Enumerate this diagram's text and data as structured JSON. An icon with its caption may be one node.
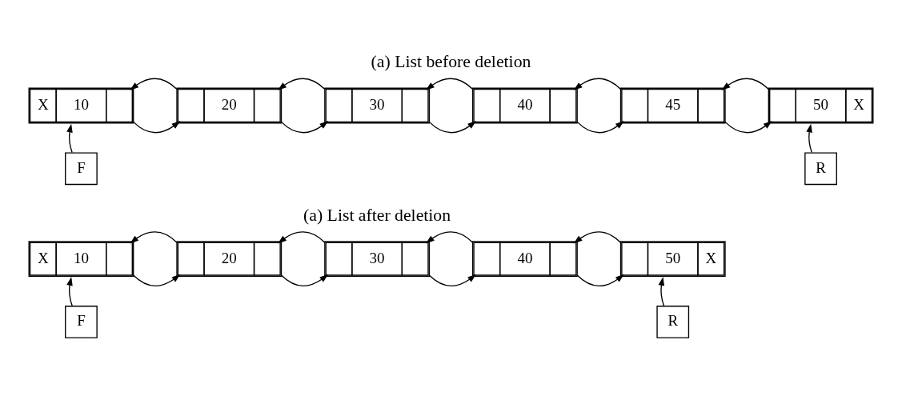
{
  "diagram": {
    "nodes": [
      {
        "text": [
          "X",
          "10"
        ]
      },
      {
        "text": [
          "20"
        ]
      },
      {
        "text": [
          "30"
        ]
      },
      {
        "text": [
          "40"
        ]
      },
      {
        "text": [
          "45"
        ]
      },
      {
        "text": [
          "50",
          "X"
        ]
      },
      {
        "text": [
          "F"
        ]
      },
      {
        "text": [
          "R"
        ]
      },
      {
        "text": [
          "X",
          "10"
        ]
      },
      {
        "text": [
          "20"
        ]
      },
      {
        "text": [
          "30"
        ]
      },
      {
        "text": [
          "40"
        ]
      },
      {
        "text": [
          "50",
          "X"
        ]
      },
      {
        "text": [
          "F"
        ]
      },
      {
        "text": [
          "R"
        ]
      }
    ],
    "edges": [
      {
        "from": 0,
        "to": 1,
        "arrow": "to"
      },
      {
        "from": 1,
        "to": 0,
        "arrow": "to"
      },
      {
        "from": 1,
        "to": 2,
        "arrow": "to"
      },
      {
        "from": 2,
        "to": 1,
        "arrow": "to"
      },
      {
        "from": 2,
        "to": 3,
        "arrow": "to"
      },
      {
        "from": 3,
        "to": 2,
        "arrow": "to"
      },
      {
        "from": 3,
        "to": 4,
        "arrow": "to"
      },
      {
        "from": 4,
        "to": 3,
        "arrow": "to"
      },
      {
        "from": 4,
        "to": 5,
        "arrow": "to"
      },
      {
        "from": 5,
        "to": 4,
        "arrow": "to"
      },
      {
        "from": 6,
        "to": 0,
        "arrow": "to"
      },
      {
        "from": 7,
        "to": 5,
        "arrow": "to"
      },
      {
        "from": 8,
        "to": 9,
        "arrow": "to"
      },
      {
        "from": 9,
        "to": 8,
        "arrow": "to"
      },
      {
        "from": 9,
        "to": 10,
        "arrow": "to"
      },
      {
        "from": 10,
        "to": 9,
        "arrow": "to"
      },
      {
        "from": 10,
        "to": 11,
        "arrow": "to"
      },
      {
        "from": 11,
        "to": 10,
        "arrow": "to"
      },
      {
        "from": 11,
        "to": 12,
        "arrow": "to"
      },
      {
        "from": 12,
        "to": 11,
        "arrow": "to"
      },
      {
        "from": 13,
        "to": 8,
        "arrow": "to"
      },
      {
        "from": 14,
        "to": 12,
        "arrow": "to"
      }
    ],
    "labels": [
      "(a) List before deletion",
      "(a) List after deletion"
    ]
  }
}
